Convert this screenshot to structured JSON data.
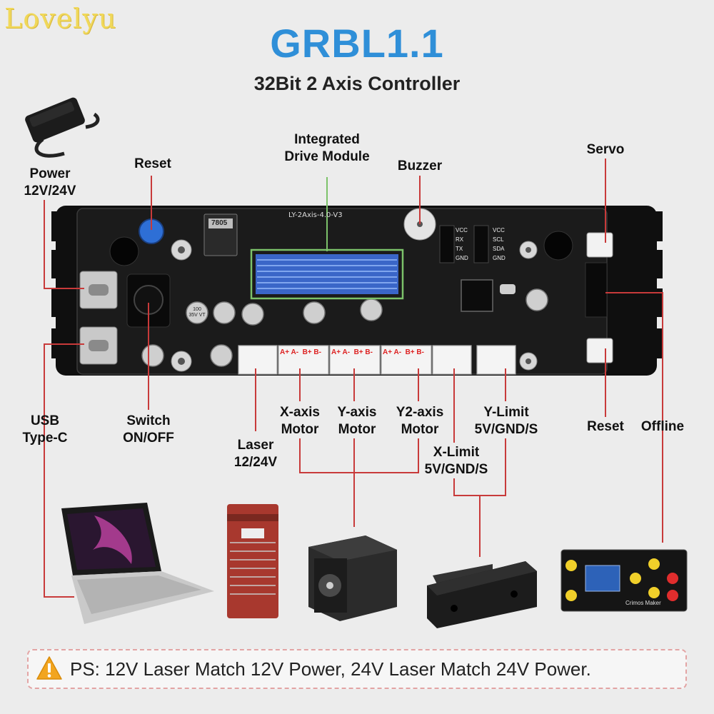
{
  "brand": "Lovelyu",
  "header": {
    "title": "GRBL1.1",
    "subtitle": "32Bit 2 Axis Controller"
  },
  "board": {
    "model": "LY-2Axis-4.0-V3",
    "cap_label": "100 35V VT",
    "regulator": "7805",
    "terminal_text": "A+ A-  B+ B-",
    "header_pins_left": [
      "VCC",
      "RX",
      "TX",
      "GND"
    ],
    "header_pins_right": [
      "VCC",
      "SCL",
      "SDA",
      "GND"
    ]
  },
  "callouts": {
    "power": "Power\n12V/24V",
    "reset_top": "Reset",
    "drive_module": "Integrated\nDrive Module",
    "buzzer": "Buzzer",
    "servo": "Servo",
    "usb": "USB\nType-C",
    "switch": "Switch\nON/OFF",
    "laser": "Laser\n12/24V",
    "x_motor": "X-axis\nMotor",
    "y_motor": "Y-axis\nMotor",
    "y2_motor": "Y2-axis\nMotor",
    "y_limit": "Y-Limit\n5V/GND/S",
    "x_limit": "X-Limit\n5V/GND/S",
    "reset_bottom": "Reset",
    "offline": "Offline"
  },
  "products": {
    "offline_module_brand": "Crimos Maker"
  },
  "notice": {
    "text": "PS: 12V Laser Match 12V Power, 24V Laser Match 24V Power."
  },
  "colors": {
    "title": "#2f8fd8",
    "leader_line": "#c83a3a",
    "module_highlight": "#7cc26a",
    "board": "#141414",
    "heatsink": "#3a66c8",
    "laser": "#a8382e"
  }
}
